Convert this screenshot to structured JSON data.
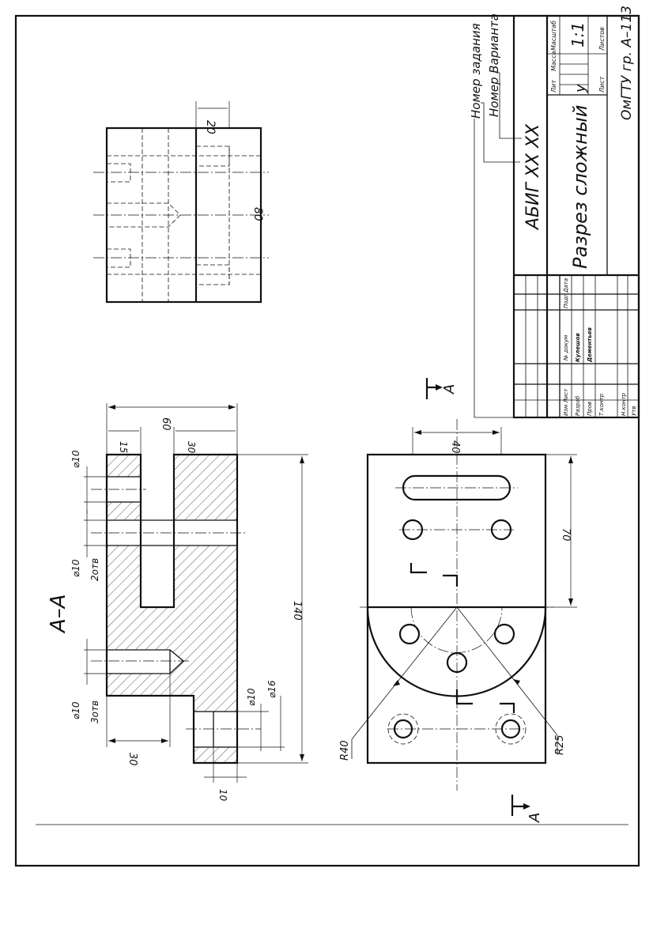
{
  "section_label": "А–А",
  "cut_marker_letter": "А",
  "dimensions": {
    "d_hole_top": "⌀10",
    "d_hole_mid": "⌀10",
    "d_hole_mid_note": "2отв",
    "d_hole_blind": "⌀10",
    "d_hole_blind_note": "3отв",
    "counterbore_small": "⌀10",
    "counterbore_large": "⌀16",
    "len_15": "15",
    "len_30_top": "30",
    "len_60": "60",
    "len_140": "140",
    "len_30_bottom": "30",
    "len_10": "10",
    "width_20": "20",
    "width_80": "80",
    "plan_40": "40",
    "plan_70": "70",
    "radius_40": "R40",
    "radius_25": "R25"
  },
  "leaders": {
    "task_number": "Номер задания",
    "variant_number": "Номер Варианта"
  },
  "title_block": {
    "code": "АБИГ XX XX",
    "title": "Разрез сложный",
    "organization": "ОмГТУ гр. А–113",
    "scale": "1:1",
    "letter": "у",
    "col_lit": "Лит",
    "col_mass": "Масса",
    "col_scale": "Масштаб",
    "col_sheet": "Лист",
    "col_sheets": "Листов",
    "col_changes": "Изм Лист",
    "col_doc": "№ докум",
    "col_sign": "Подп",
    "col_date": "Дата",
    "row_developed": "Разраб",
    "row_checked": "Пров",
    "row_tech": "Т.контр",
    "row_norm": "Н.контр",
    "row_approved": "Утв",
    "developer_name": "Кулешов",
    "checker_name": "Дементьев"
  }
}
